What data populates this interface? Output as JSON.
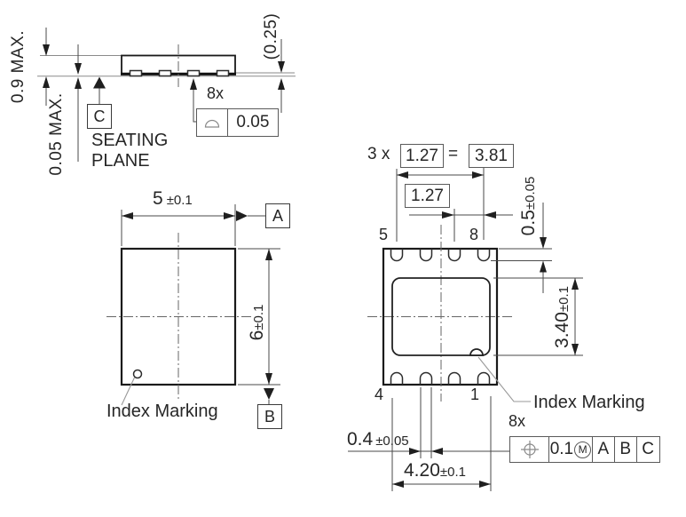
{
  "side_view": {
    "height_max": "0.9 MAX.",
    "standoff_max": "0.05 MAX.",
    "lead_thickness_ref": "(0.25)",
    "lead_count": "8x",
    "coplanarity": "0.05",
    "datum_c": "C",
    "seating_line1": "SEATING",
    "seating_line2": "PLANE"
  },
  "top_view": {
    "width_value": "5",
    "width_tol": "±0.1",
    "length_value": "6",
    "length_tol": "±0.1",
    "datum_a": "A",
    "datum_b": "B",
    "index_label": "Index Marking"
  },
  "bottom_view": {
    "pitch_multiplier": "3 x",
    "pitch_value": "1.27",
    "equals_sign": "=",
    "pitch_total": "3.81",
    "pitch_single": "1.27",
    "lead_length_value": "0.5",
    "lead_length_tol": "±0.05",
    "pad_length_value": "3.40",
    "pad_length_tol": "±0.1",
    "lead_width_value": "0.4",
    "lead_width_tol": "±0.05",
    "pad_width_value": "4.20",
    "pad_width_tol": "±0.1",
    "pin5": "5",
    "pin8": "8",
    "pin4": "4",
    "pin1": "1",
    "lead_count": "8x",
    "position_tol": "0.1",
    "mmc_modifier": "M",
    "datum_ref_a": "A",
    "datum_ref_b": "B",
    "datum_ref_c": "C",
    "index_label": "Index Marking"
  },
  "icons": {
    "profile_of_surface": "profile-of-surface-symbol",
    "true_position": "true-position-symbol",
    "datum_triangle": "filled-datum-triangle"
  },
  "colors": {
    "line": "#1a1a1a",
    "dim_line": "#4a4a4a",
    "background": "#ffffff"
  }
}
